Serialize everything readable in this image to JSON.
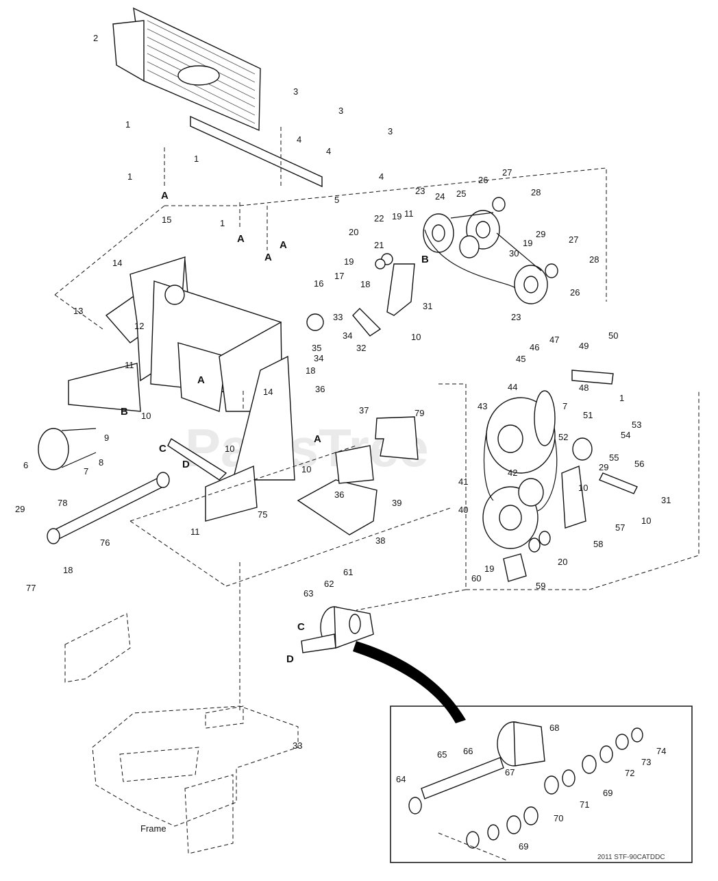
{
  "diagram": {
    "watermark": "PartsTree",
    "footer_code": "2011 STF-90CATDDC",
    "frame_label": "Frame",
    "ref_letters": [
      "A",
      "B",
      "C",
      "D"
    ],
    "part_numbers": [
      "1",
      "2",
      "3",
      "4",
      "5",
      "6",
      "7",
      "8",
      "9",
      "10",
      "11",
      "12",
      "13",
      "14",
      "15",
      "16",
      "17",
      "18",
      "19",
      "20",
      "21",
      "22",
      "23",
      "24",
      "25",
      "26",
      "27",
      "28",
      "29",
      "30",
      "31",
      "32",
      "33",
      "34",
      "35",
      "36",
      "37",
      "38",
      "39",
      "40",
      "41",
      "42",
      "43",
      "44",
      "45",
      "46",
      "47",
      "48",
      "49",
      "50",
      "51",
      "52",
      "53",
      "54",
      "55",
      "56",
      "57",
      "58",
      "59",
      "60",
      "61",
      "62",
      "63",
      "64",
      "65",
      "66",
      "67",
      "68",
      "69",
      "70",
      "71",
      "72",
      "73",
      "74",
      "75",
      "76",
      "77",
      "78",
      "79"
    ]
  }
}
